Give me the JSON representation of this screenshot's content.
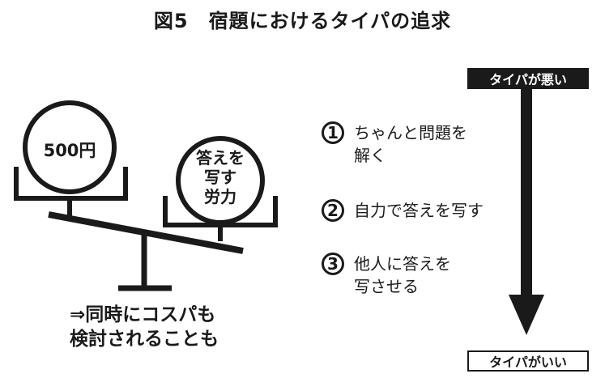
{
  "title": "図5　宿題におけるタイパの追求",
  "scale": {
    "left_pan": "500円",
    "right_pan": [
      "答えを",
      "写す",
      "労力"
    ],
    "caption": [
      "⇒同時にコスパも",
      "検討されることも"
    ]
  },
  "steps": [
    {
      "number": "1",
      "lines": [
        "ちゃんと問題を",
        "解く"
      ]
    },
    {
      "number": "2",
      "lines": [
        "自力で答えを写す"
      ]
    },
    {
      "number": "3",
      "lines": [
        "他人に答えを",
        "写させる"
      ]
    }
  ],
  "axis": {
    "top_label": "タイパが悪い",
    "bottom_label": "タイパがいい"
  },
  "colors": {
    "ink": "#1a1a1a",
    "background": "#ffffff"
  }
}
